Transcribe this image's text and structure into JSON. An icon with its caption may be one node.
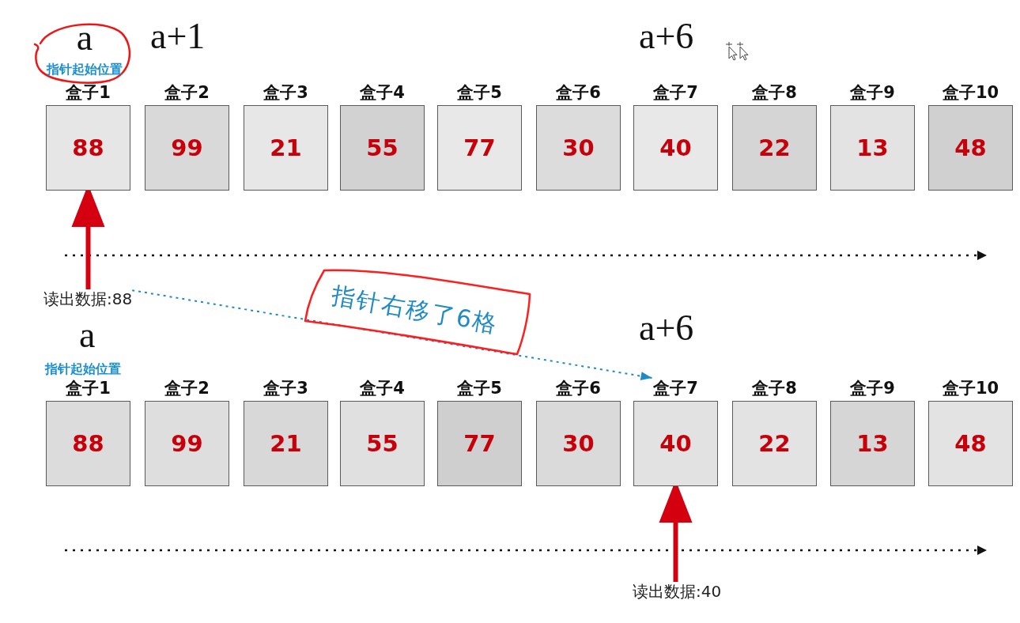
{
  "diagram": {
    "nodes": [
      {
        "text": [
          "a",
          "指针起始位置"
        ]
      },
      {
        "text": [
          "盒子1",
          "88"
        ]
      },
      {
        "text": [
          "盒子2",
          "99"
        ]
      },
      {
        "text": [
          "盒子3",
          "21"
        ]
      },
      {
        "text": [
          "盒子4",
          "55"
        ]
      },
      {
        "text": [
          "盒子5",
          "77"
        ]
      },
      {
        "text": [
          "盒子6",
          "30"
        ]
      },
      {
        "text": [
          "盒子7",
          "40"
        ]
      },
      {
        "text": [
          "盒子8",
          "22"
        ]
      },
      {
        "text": [
          "盒子9",
          "13"
        ]
      },
      {
        "text": [
          "盒子10",
          "48"
        ]
      },
      {
        "text": [
          "读出数据:88"
        ]
      },
      {
        "text": [
          "盒子1",
          "88"
        ]
      },
      {
        "text": [
          "盒子2",
          "99"
        ]
      },
      {
        "text": [
          "盒子3",
          "21"
        ]
      },
      {
        "text": [
          "盒子4",
          "55"
        ]
      },
      {
        "text": [
          "盒子5",
          "77"
        ]
      },
      {
        "text": [
          "盒子6",
          "30"
        ]
      },
      {
        "text": [
          "盒子7",
          "40"
        ]
      },
      {
        "text": [
          "盒子8",
          "22"
        ]
      },
      {
        "text": [
          "盒子9",
          "13"
        ]
      },
      {
        "text": [
          "盒子10",
          "48"
        ]
      },
      {
        "text": [
          "读出数据:40"
        ]
      }
    ],
    "edges": [
      {
        "from": 11,
        "to": 1,
        "arrow": "to"
      },
      {
        "from": 11,
        "to": 18,
        "arrow": "to",
        "label": "指针右移了6格",
        "style": "dashed",
        "color": "#1e8bc3"
      },
      {
        "from": 22,
        "to": 18,
        "arrow": "to"
      }
    ],
    "labels": [
      "a+1",
      "a+6",
      "a",
      "a+6",
      "指针起始位置"
    ]
  }
}
